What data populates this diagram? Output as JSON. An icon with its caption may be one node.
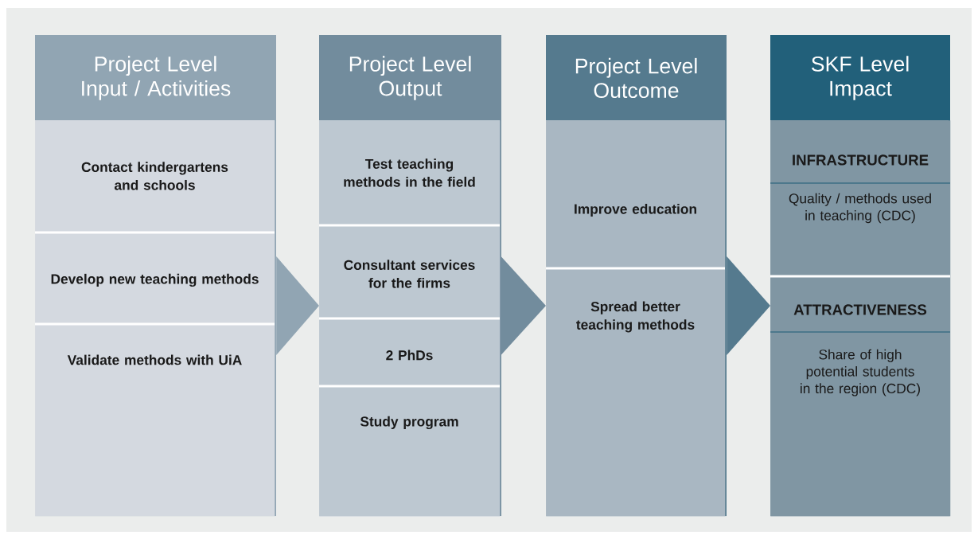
{
  "diagram": {
    "nodes": [
      {
        "text": [
          "Project Level Input / Activities"
        ]
      },
      {
        "text": [
          "Contact kindergartens and schools"
        ],
        "in": 0
      },
      {
        "text": [
          "Develop new teaching methods"
        ],
        "in": 0
      },
      {
        "text": [
          "Validate methods with UiA"
        ],
        "in": 0
      },
      {
        "text": [
          "Project Level Output"
        ]
      },
      {
        "text": [
          "Test teaching methods in the field"
        ],
        "in": 4
      },
      {
        "text": [
          "Consultant services for the firms"
        ],
        "in": 4
      },
      {
        "text": [
          "2 PhDs"
        ],
        "in": 4
      },
      {
        "text": [
          "Study program"
        ],
        "in": 4
      },
      {
        "text": [
          "Project Level Outcome"
        ]
      },
      {
        "text": [
          "Improve education"
        ],
        "in": 9
      },
      {
        "text": [
          "Spread better teaching methods"
        ],
        "in": 9
      },
      {
        "text": [
          "SKF Level Impact"
        ]
      },
      {
        "text": [
          "INFRASTRUCTURE",
          "Quality / methods used in teaching (CDC)"
        ],
        "in": 12
      },
      {
        "text": [
          "ATTRACTIVENESS",
          "Share of high potential students in the region (CDC)"
        ],
        "in": 12
      }
    ],
    "edges": [
      {
        "from": 0,
        "to": 4,
        "arrow": "to"
      },
      {
        "from": 4,
        "to": 9,
        "arrow": "to"
      },
      {
        "from": 9,
        "to": 12,
        "arrow": "to"
      }
    ]
  }
}
